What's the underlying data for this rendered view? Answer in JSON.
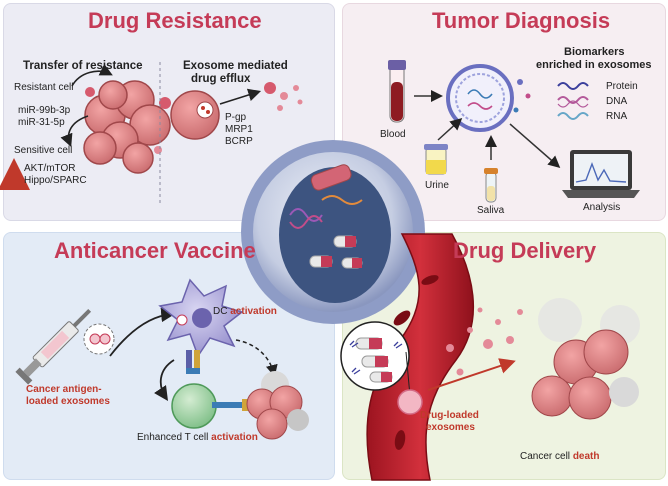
{
  "drug_resistance": {
    "title": "Drug Resistance",
    "transfer_heading": "Transfer of resistance",
    "resistant_cell": "Resistant cell",
    "mirna_1": "miR-99b-3p",
    "mirna_2": "miR-31-5p",
    "sensitive_cell": "Sensitive cell",
    "pathway_1": "AKT/mTOR",
    "pathway_2": "Hippo/SPARC",
    "efflux_heading_1": "Exosome mediated",
    "efflux_heading_2": "drug efflux",
    "transporter_1": "P-gp",
    "transporter_2": "MRP1",
    "transporter_3": "BCRP"
  },
  "tumor_diagnosis": {
    "title": "Tumor Diagnosis",
    "biomarkers_heading_1": "Biomarkers",
    "biomarkers_heading_2": "enriched in exosomes",
    "protein": "Protein",
    "dna": "DNA",
    "rna": "RNA",
    "blood": "Blood",
    "urine": "Urine",
    "saliva": "Saliva",
    "analysis": "Analysis"
  },
  "anticancer_vaccine": {
    "title": "Anticancer Vaccine",
    "dc_label": "DC ",
    "dc_emphasis": "activation",
    "antigen_label_1": "Cancer antigen-",
    "antigen_label_2": "loaded exosomes",
    "tcell_label": "Enhanced T cell ",
    "tcell_emphasis": "activation"
  },
  "drug_delivery": {
    "title": "Drug Delivery",
    "loaded_label_1": "Drug-loaded",
    "loaded_label_2": "exosomes",
    "death_label": "Cancer cell ",
    "death_emphasis": "death"
  },
  "colors": {
    "title": "#c53b57",
    "emphasis": "#c0392b",
    "vessel": "#b51f2e",
    "exosome": "#6a6fc0"
  }
}
